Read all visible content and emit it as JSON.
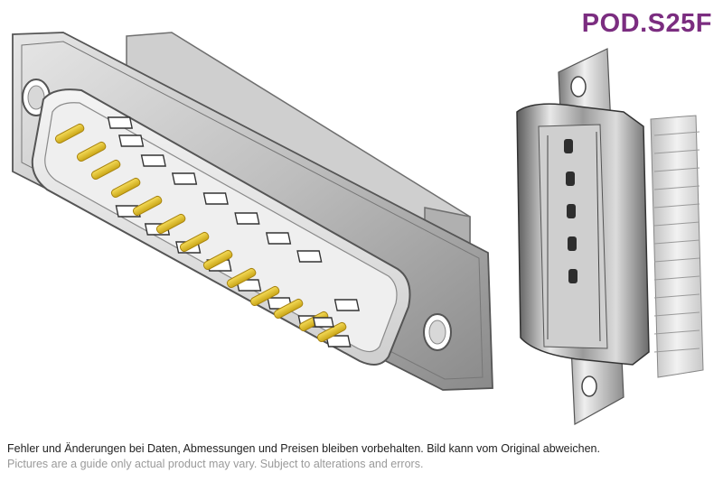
{
  "product": {
    "code": "POD.S25F",
    "code_color": "#7b2d80"
  },
  "images": {
    "left": "d-sub-25-pin-male-connector-3d-render",
    "right": "d-sub-25-pin-male-connector-photo"
  },
  "disclaimer": {
    "german": "Fehler und Änderungen bei Daten, Abmessungen und Preisen bleiben vorbehalten. Bild kann vom Original abweichen.",
    "english": "Pictures are a guide only actual product may vary. Subject to alterations and errors."
  }
}
